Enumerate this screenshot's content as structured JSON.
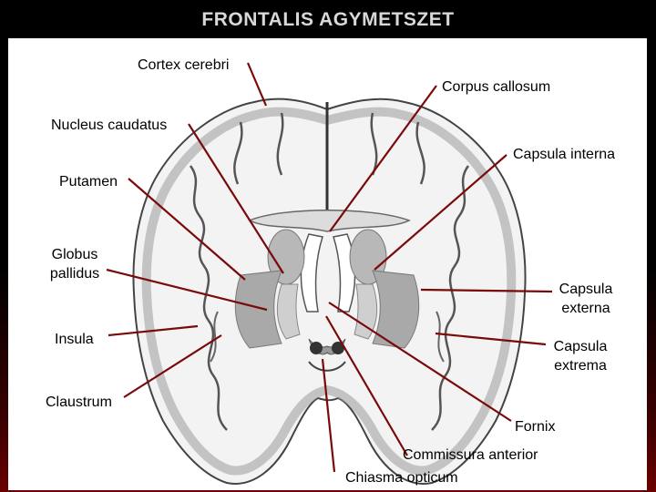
{
  "title": "FRONTALIS AGYMETSZET",
  "labels": {
    "cortex_cerebri": "Cortex cerebri",
    "corpus_callosum": "Corpus callosum",
    "nucleus_caudatus": "Nucleus caudatus",
    "capsula_interna": "Capsula interna",
    "putamen": "Putamen",
    "globus_pallidus_1": "Globus",
    "globus_pallidus_2": "pallidus",
    "capsula_externa_1": "Capsula",
    "capsula_externa_2": "externa",
    "insula": "Insula",
    "capsula_extrema_1": "Capsula",
    "capsula_extrema_2": "extrema",
    "claustrum": "Claustrum",
    "fornix": "Fornix",
    "commissura_anterior": "Commissura anterior",
    "chiasma_opticum": "Chiasma opticum"
  },
  "colors": {
    "pointer_line": "#7a0a0a",
    "background": "#000000",
    "title": "#d8d8d8"
  }
}
